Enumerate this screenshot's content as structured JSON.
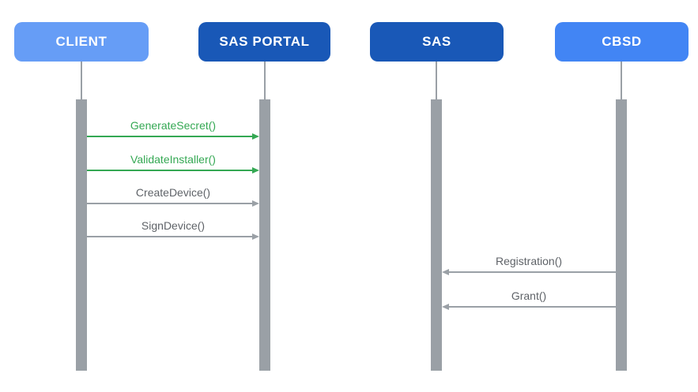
{
  "diagram": {
    "type": "sequence",
    "actors": [
      {
        "id": "client",
        "label": "CLIENT",
        "color": "#669DF6"
      },
      {
        "id": "sas-portal",
        "label": "SAS PORTAL",
        "color": "#1958B7"
      },
      {
        "id": "sas",
        "label": "SAS",
        "color": "#1958B7"
      },
      {
        "id": "cbsd",
        "label": "CBSD",
        "color": "#4285F4"
      }
    ],
    "messages": [
      {
        "label": "GenerateSecret()",
        "from": "CLIENT",
        "to": "SAS PORTAL",
        "direction": "right",
        "color": "#34A853"
      },
      {
        "label": "ValidateInstaller()",
        "from": "CLIENT",
        "to": "SAS PORTAL",
        "direction": "right",
        "color": "#34A853"
      },
      {
        "label": "CreateDevice()",
        "from": "CLIENT",
        "to": "SAS PORTAL",
        "direction": "right",
        "color": "#5F6368"
      },
      {
        "label": "SignDevice()",
        "from": "CLIENT",
        "to": "SAS PORTAL",
        "direction": "right",
        "color": "#5F6368"
      },
      {
        "label": "Registration()",
        "from": "CBSD",
        "to": "SAS",
        "direction": "left",
        "color": "#5F6368"
      },
      {
        "label": "Grant()",
        "from": "CBSD",
        "to": "SAS",
        "direction": "left",
        "color": "#5F6368"
      }
    ],
    "colors": {
      "lifeline": "#9AA0A6",
      "activation_bar": "#9AA0A6",
      "green_arrow": "#34A853",
      "gray_arrow": "#9AA0A6",
      "gray_label": "#5F6368",
      "background": "#FFFFFF"
    }
  }
}
